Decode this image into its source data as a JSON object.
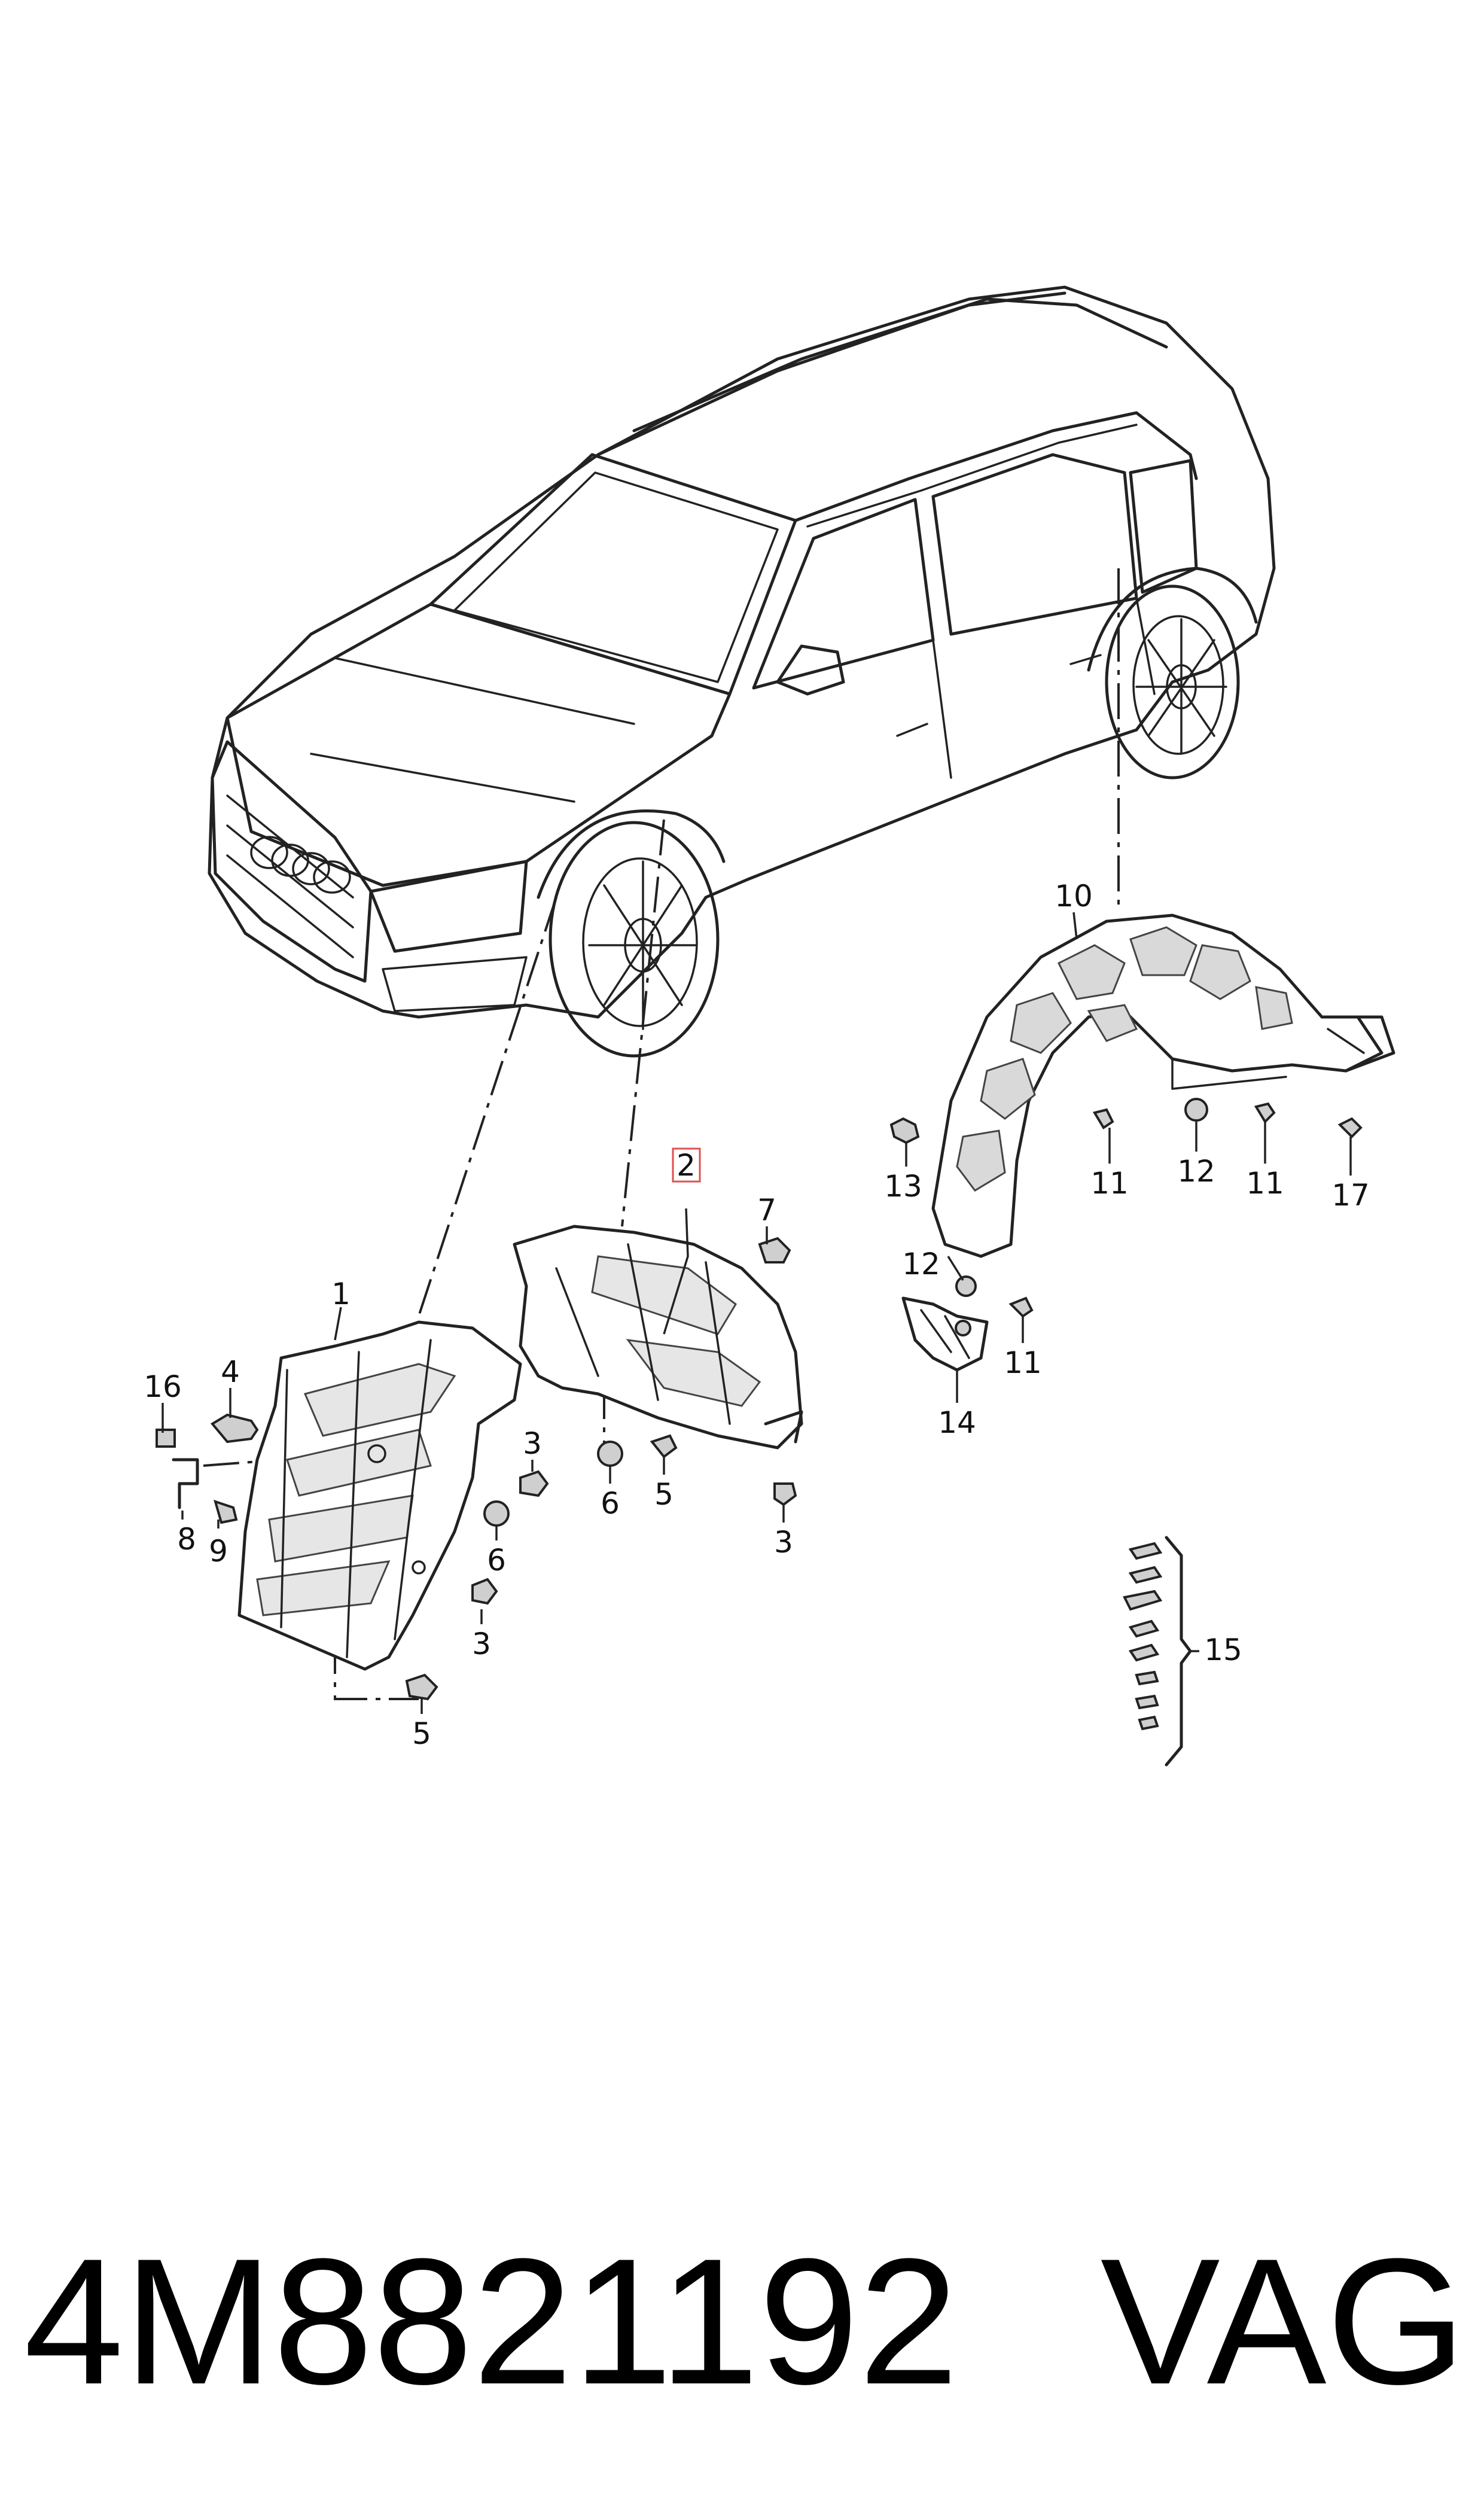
{
  "callouts": {
    "c1": "1",
    "c2": "2",
    "c3a": "3",
    "c3b": "3",
    "c3c": "3",
    "c4": "4",
    "c5a": "5",
    "c5b": "5",
    "c6a": "6",
    "c6b": "6",
    "c7": "7",
    "c8": "8",
    "c9": "9",
    "c10": "10",
    "c11a": "11",
    "c11b": "11",
    "c11c": "11",
    "c12a": "12",
    "c12b": "12",
    "c13": "13",
    "c14": "14",
    "c15": "15",
    "c16": "16",
    "c17": "17"
  },
  "highlighted_callout": "2",
  "footer": {
    "part_number": "4M8821192",
    "manufacturer": "VAG"
  },
  "colors": {
    "line": "#222222",
    "highlight_box": "#e05050",
    "hatch": "#d9d9d9"
  }
}
